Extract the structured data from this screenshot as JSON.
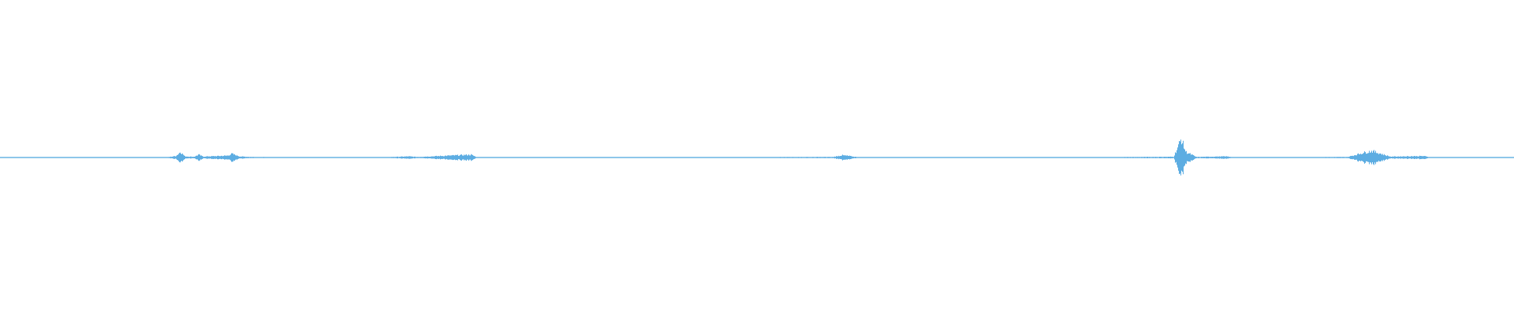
{
  "waveform": {
    "color": "#5dade2",
    "baseline_color": "#7fbfe6",
    "amplitude_range": [
      -1,
      1
    ],
    "time_range": [
      0,
      1
    ],
    "samples": [
      {
        "t": 0.0,
        "a": 0.01
      },
      {
        "t": 0.004,
        "a": 0.015
      },
      {
        "t": 0.008,
        "a": 0.01
      },
      {
        "t": 0.03,
        "a": 0.006
      },
      {
        "t": 0.06,
        "a": 0.005
      },
      {
        "t": 0.09,
        "a": 0.006
      },
      {
        "t": 0.11,
        "a": 0.012
      },
      {
        "t": 0.116,
        "a": 0.08
      },
      {
        "t": 0.119,
        "a": 0.3
      },
      {
        "t": 0.122,
        "a": 0.06
      },
      {
        "t": 0.128,
        "a": 0.04
      },
      {
        "t": 0.131,
        "a": 0.15
      },
      {
        "t": 0.134,
        "a": 0.05
      },
      {
        "t": 0.15,
        "a": 0.1
      },
      {
        "t": 0.153,
        "a": 0.2
      },
      {
        "t": 0.158,
        "a": 0.06
      },
      {
        "t": 0.165,
        "a": 0.03
      },
      {
        "t": 0.2,
        "a": 0.006
      },
      {
        "t": 0.25,
        "a": 0.004
      },
      {
        "t": 0.27,
        "a": 0.06
      },
      {
        "t": 0.275,
        "a": 0.03
      },
      {
        "t": 0.311,
        "a": 0.15
      },
      {
        "t": 0.315,
        "a": 0.01
      },
      {
        "t": 0.4,
        "a": 0.005
      },
      {
        "t": 0.55,
        "a": 0.03
      },
      {
        "t": 0.556,
        "a": 0.12
      },
      {
        "t": 0.561,
        "a": 0.08
      },
      {
        "t": 0.566,
        "a": 0.02
      },
      {
        "t": 0.7,
        "a": 0.005
      },
      {
        "t": 0.775,
        "a": 0.04
      },
      {
        "t": 0.78,
        "a": 1.0
      },
      {
        "t": 0.783,
        "a": 0.3
      },
      {
        "t": 0.79,
        "a": 0.03
      },
      {
        "t": 0.81,
        "a": 0.06
      },
      {
        "t": 0.815,
        "a": 0.01
      },
      {
        "t": 0.89,
        "a": 0.03
      },
      {
        "t": 0.9,
        "a": 0.25
      },
      {
        "t": 0.906,
        "a": 0.35
      },
      {
        "t": 0.912,
        "a": 0.2
      },
      {
        "t": 0.918,
        "a": 0.05
      },
      {
        "t": 0.94,
        "a": 0.08
      },
      {
        "t": 0.945,
        "a": 0.01
      },
      {
        "t": 1.0,
        "a": 0.006
      }
    ]
  }
}
